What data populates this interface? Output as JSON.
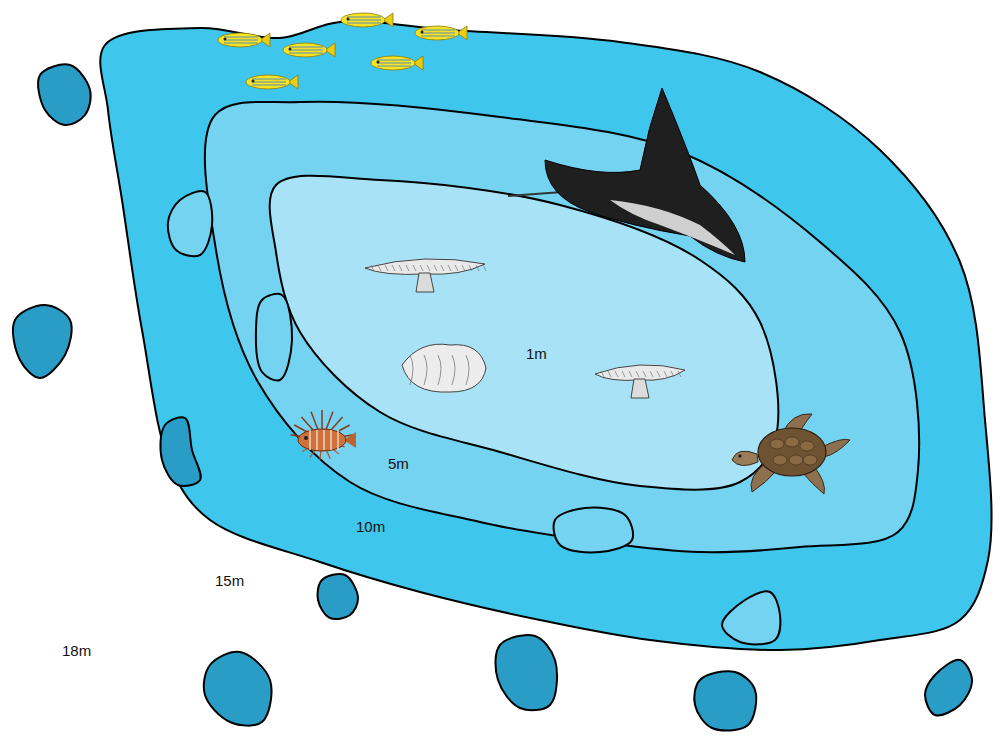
{
  "diagram": {
    "labels": [
      "1m",
      "5m",
      "10m",
      "15m",
      "18m"
    ]
  }
}
